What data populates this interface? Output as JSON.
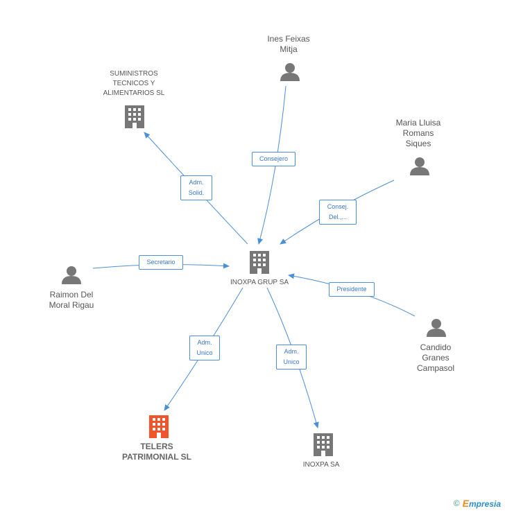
{
  "nodes": {
    "suministros": {
      "label_lines": [
        "SUMINISTROS",
        "TECNICOS Y",
        "ALIMENTARIOS SL"
      ],
      "type": "company"
    },
    "ines": {
      "label_lines": [
        "Ines Feixas",
        "Mitja"
      ],
      "type": "person"
    },
    "maria": {
      "label_lines": [
        "Maria Lluisa",
        "Romans",
        "Siques"
      ],
      "type": "person"
    },
    "raimon": {
      "label_lines": [
        "Raimon Del",
        "Moral Rigau"
      ],
      "type": "person"
    },
    "inoxpa_grup": {
      "label_lines": [
        "INOXPA GRUP SA"
      ],
      "type": "company"
    },
    "candido": {
      "label_lines": [
        "Candido",
        "Granes",
        "Campasol"
      ],
      "type": "person"
    },
    "telers": {
      "label_lines": [
        "TELERS",
        "PATRIMONIAL SL"
      ],
      "type": "company-focus"
    },
    "inoxpa": {
      "label_lines": [
        "INOXPA SA"
      ],
      "type": "company"
    }
  },
  "relations": {
    "adm_solid": [
      "Adm.",
      "Solid."
    ],
    "consejero": [
      "Consejero"
    ],
    "consej_del": [
      "Consej.",
      "Del.,..."
    ],
    "secretario": [
      "Secretario"
    ],
    "presidente": [
      "Presidente"
    ],
    "adm_unico_left": [
      "Adm.",
      "Unico"
    ],
    "adm_unico_right": [
      "Adm.",
      "Unico"
    ]
  },
  "colors": {
    "edge": "#4a8fd8",
    "icon": "#777777",
    "focus_icon": "#f0552b"
  },
  "footer": {
    "copyright": "©",
    "brand_first": "E",
    "brand_rest": "mpresia"
  }
}
